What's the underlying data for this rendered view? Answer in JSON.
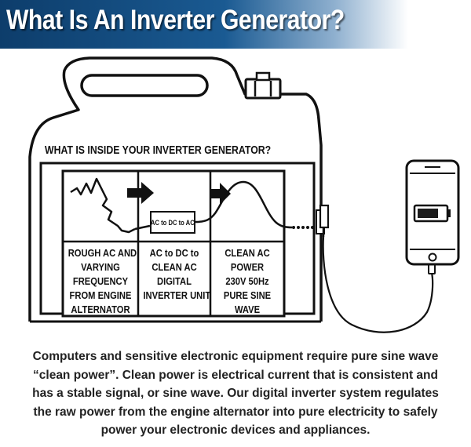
{
  "header": {
    "title": "What Is An Inverter Generator?"
  },
  "diagram": {
    "inside_title": "WHAT IS INSIDE YOUR INVERTER GENERATOR?",
    "chip_label": "AC to DC to AC",
    "stages": [
      {
        "lines": [
          "ROUGH AC AND",
          "VARYING",
          "FREQUENCY",
          "FROM ENGINE",
          "ALTERNATOR"
        ]
      },
      {
        "lines": [
          "AC to DC to",
          "CLEAN AC",
          "DIGITAL",
          "INVERTER UNIT"
        ]
      },
      {
        "lines": [
          "CLEAN AC",
          "POWER",
          "230V 50Hz",
          "PURE SINE",
          "WAVE"
        ]
      }
    ]
  },
  "description": {
    "lines": [
      "Computers and sensitive electronic equipment require pure sine wave",
      "“clean power”. Clean power is electrical current that is consistent and",
      "has a stable signal, or sine wave. Our digital inverter system regulates",
      "the raw power from the engine alternator into pure electricity to safely",
      "power your electronic devices and appliances."
    ]
  },
  "colors": {
    "banner": "#0d3d6b",
    "line": "#111111",
    "battery": "#1b1b1b"
  },
  "icons": [
    "arrow-right-icon",
    "smartphone-icon",
    "battery-icon",
    "plug-icon",
    "fuel-cap-icon"
  ]
}
